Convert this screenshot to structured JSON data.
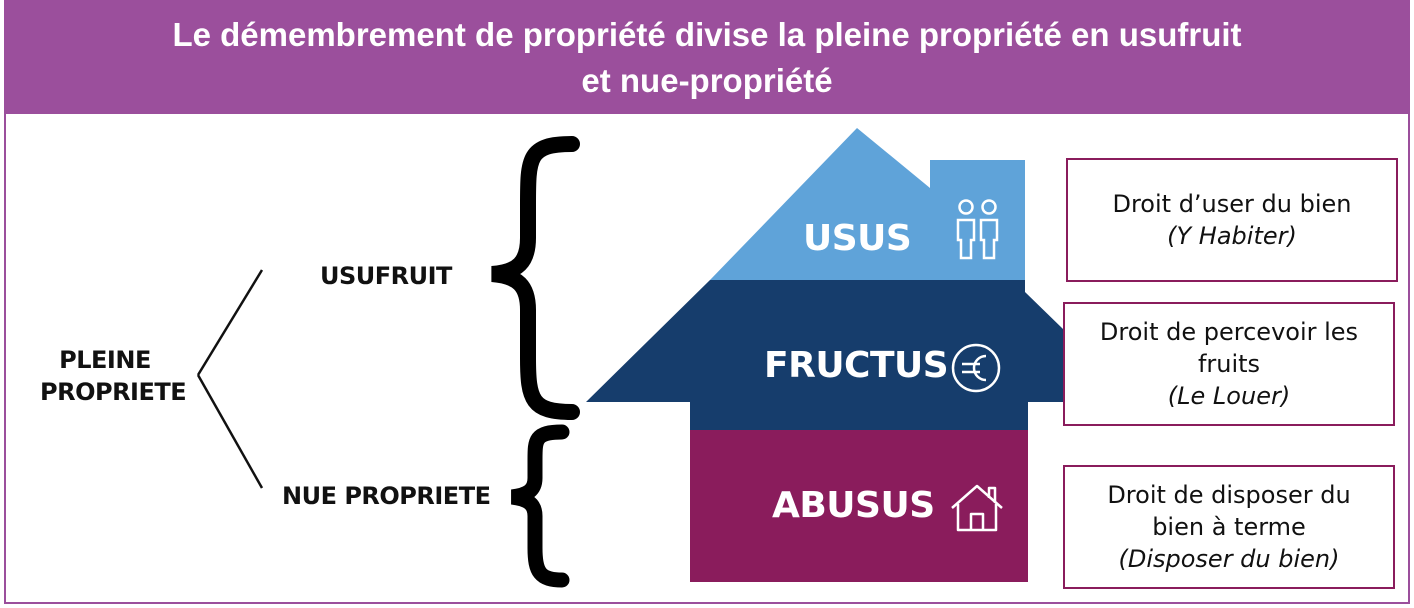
{
  "title": {
    "line1": "Le démembrement de propriété divise la pleine propriété en usufruit",
    "line2": "et nue-propriété"
  },
  "left": {
    "pleine_line1": "PLEINE",
    "pleine_line2": "PROPRIETE",
    "usufruit": "USUFRUIT",
    "nue_propriete": "NUE PROPRIETE"
  },
  "house": {
    "usus": "USUS",
    "fructus": "FRUCTUS",
    "abusus": "ABUSUS",
    "icons": [
      "people-icon",
      "euro-icon",
      "home-icon"
    ]
  },
  "boxes": [
    {
      "line1": "Droit d’user du bien",
      "line2": "",
      "italic": "(Y Habiter)"
    },
    {
      "line1": "Droit de percevoir les",
      "line2": "fruits",
      "italic": "(Le Louer)"
    },
    {
      "line1": "Droit de disposer du",
      "line2": "bien à terme",
      "italic": "(Disposer du bien)"
    }
  ],
  "colors": {
    "header": "#9b4f9c",
    "usus": "#5fa3d9",
    "fructus": "#163d6c",
    "abusus": "#8a1c5c",
    "box_border": "#8a1c5c"
  }
}
